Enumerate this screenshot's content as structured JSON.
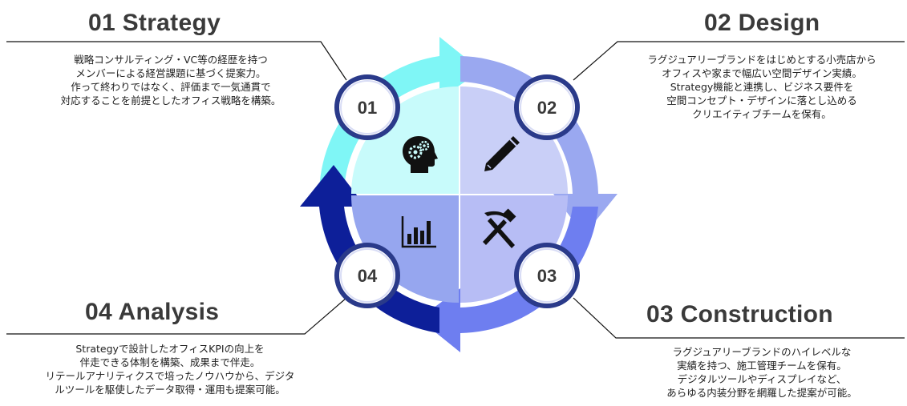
{
  "sections": [
    {
      "number": "01",
      "title": "01 Strategy",
      "lines": [
        "戦略コンサルティング・VC等の経歴を持つ",
        "メンバーによる経営課題に基づく提案力。",
        "作って終わりではなく、評価まで一気通貫で",
        "対応することを前提としたオフィス戦略を構築。"
      ],
      "icon": "head-gears-icon"
    },
    {
      "number": "02",
      "title": "02 Design",
      "lines": [
        "ラグジュアリーブランドをはじめとする小売店から",
        "オフィスや家まで幅広い空間デザイン実績。",
        "Strategy機能と連携し、ビジネス要件を",
        "空間コンセプト・デザインに落とし込める",
        "クリエイティブチームを保有。"
      ],
      "icon": "pencil-icon"
    },
    {
      "number": "03",
      "title": "03 Construction",
      "lines": [
        "ラグジュアリーブランドのハイレベルな",
        "実績を持つ、施工管理チームを保有。",
        "デジタルツールやディスプレイなど、",
        "あらゆる内装分野を網羅した提案が可能。"
      ],
      "icon": "hammer-pickaxe-icon"
    },
    {
      "number": "04",
      "title": "04 Analysis",
      "lines": [
        "Strategyで設計したオフィスKPIの向上を",
        "伴走できる体制を構築、成果まで伴走。",
        "リテールアナリティクスで培ったノウハウから、デジタ",
        "ルツールを駆使したデータ取得・運用も提案可能。"
      ],
      "icon": "bar-chart-icon"
    }
  ],
  "colors": {
    "arrow_01": "#7ff6f6",
    "arrow_02": "#9aa8f0",
    "arrow_03": "#6e7ef0",
    "arrow_04": "#0d1f99",
    "quad_01": "#c8fbfb",
    "quad_02": "#c9cff7",
    "quad_03": "#b7bdf5",
    "quad_04": "#96a6ef",
    "badge_border": "#2a3a8a",
    "title_text": "#3a3a3a"
  }
}
